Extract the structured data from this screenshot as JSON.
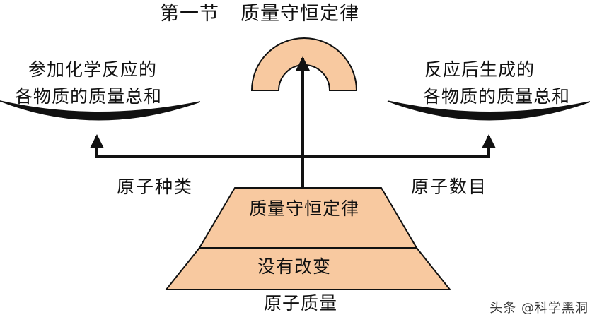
{
  "title": {
    "chapter": "第一节",
    "topic": "质量守恒定律"
  },
  "left_pan": {
    "line1": "参加化学反应的",
    "line2": "各物质的质量总和"
  },
  "right_pan": {
    "line1": "反应后生成的",
    "line2": "各物质的质量总和"
  },
  "beam_labels": {
    "left": "原子种类",
    "right": "原子数目"
  },
  "pyramid": {
    "top_tier": "质量守恒定律",
    "bottom_tier": "没有改变"
  },
  "base_label": "原子质量",
  "watermark": "头条 @科学黑洞",
  "colors": {
    "fill": "#F8C9A0",
    "stroke": "#111111"
  }
}
